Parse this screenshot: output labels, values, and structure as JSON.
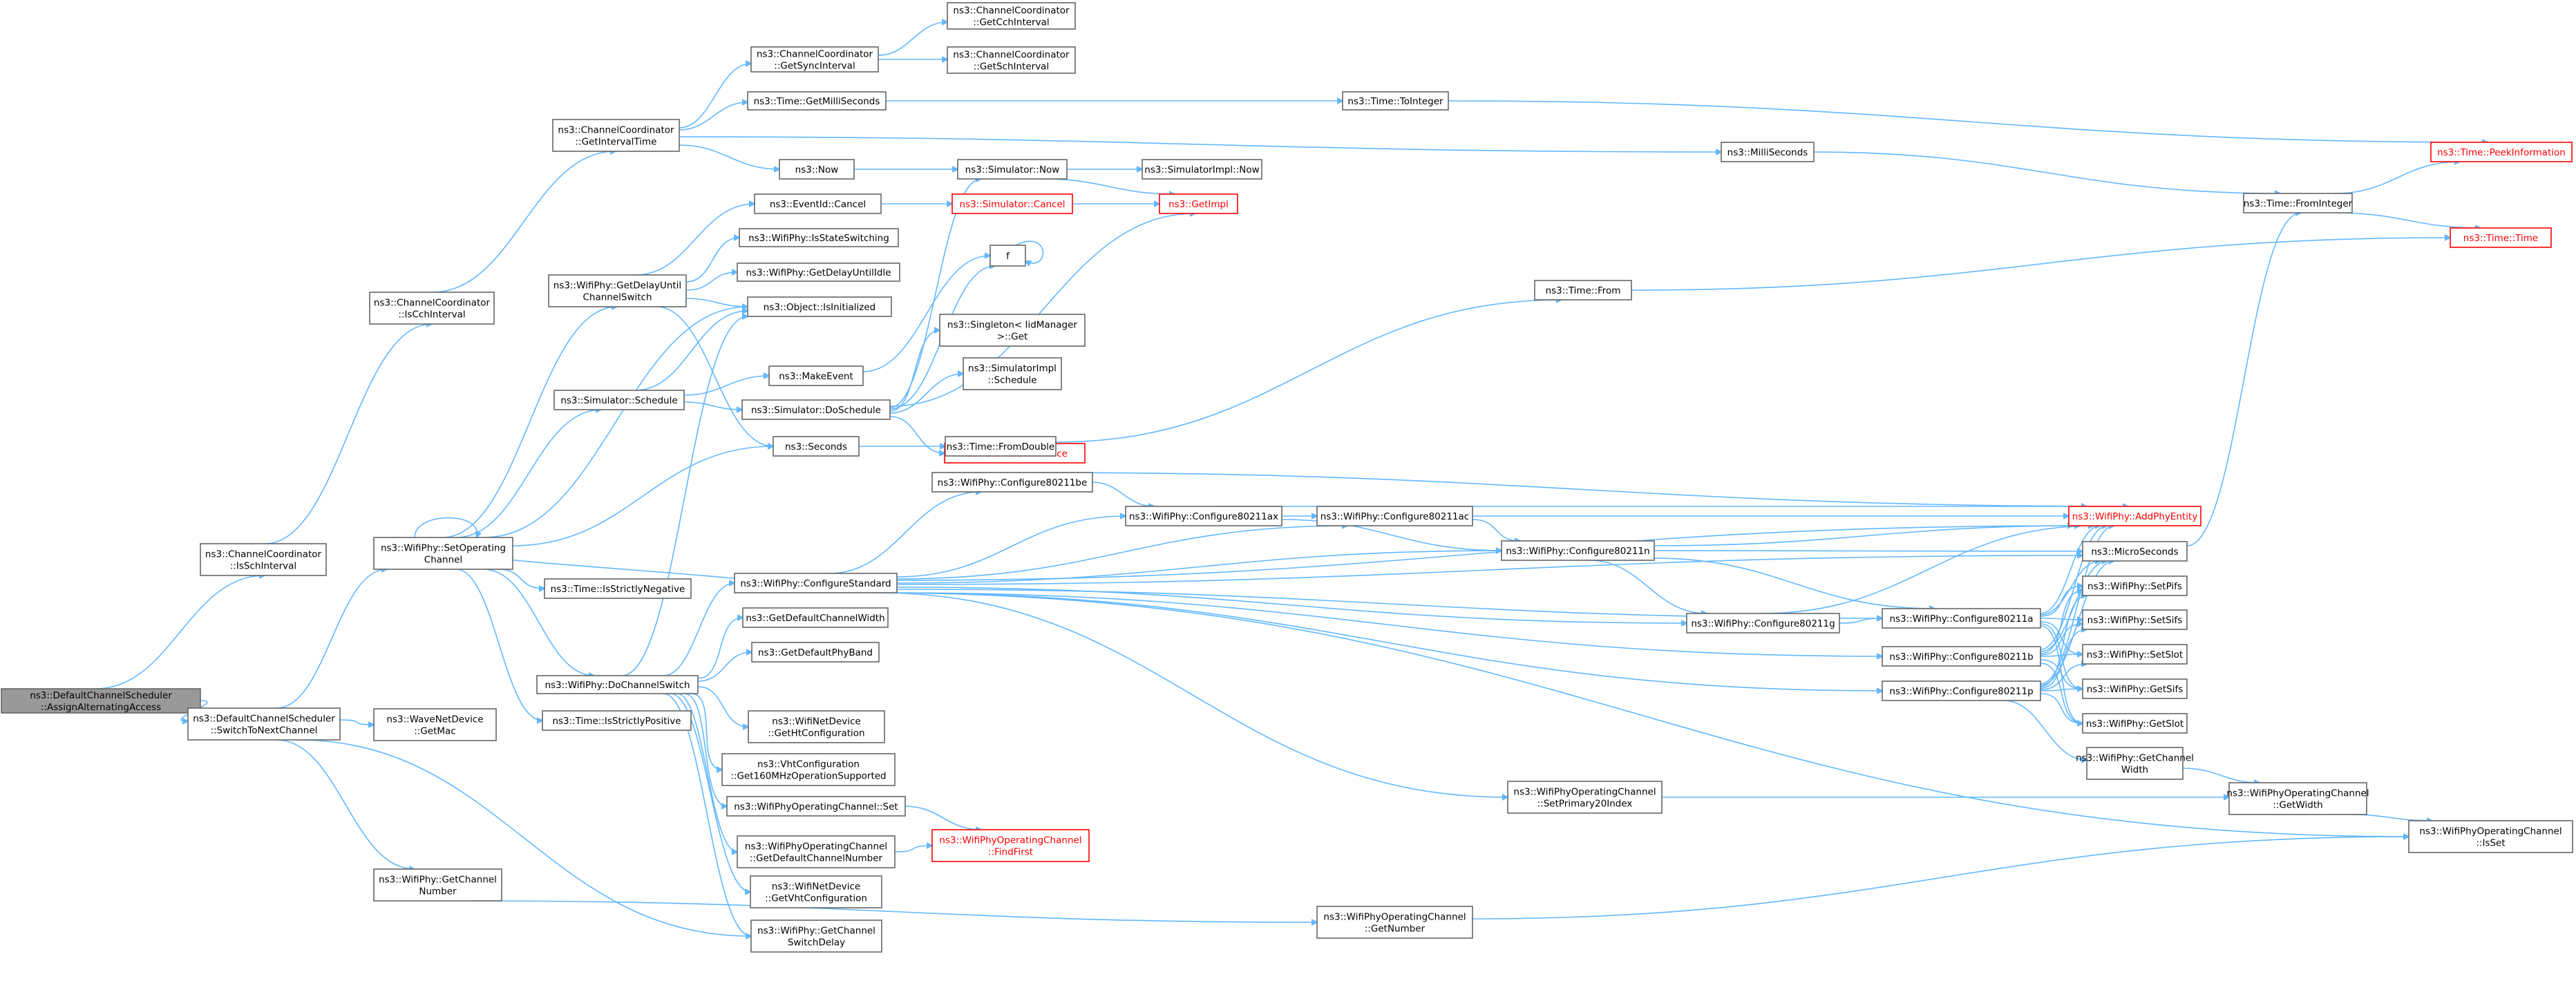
{
  "graph": {
    "edge_color": "#63b8ff",
    "highlight_color": "#ff0000",
    "root_fill": "#999999",
    "nodes": [
      {
        "id": "root",
        "lines": [
          "ns3::DefaultChannelScheduler",
          "::AssignAlternatingAccess"
        ],
        "style": "root"
      },
      {
        "id": "n1",
        "lines": [
          "ns3::ChannelCoordinator",
          "::IsSchInterval"
        ]
      },
      {
        "id": "n2",
        "lines": [
          "ns3::DefaultChannelScheduler",
          "::SwitchToNextChannel"
        ]
      },
      {
        "id": "n3",
        "lines": [
          "ns3::ChannelCoordinator",
          "::IsCchInterval"
        ]
      },
      {
        "id": "n4",
        "lines": [
          "ns3::ChannelCoordinator",
          "::GetIntervalTime"
        ]
      },
      {
        "id": "n5",
        "lines": [
          "ns3::ChannelCoordinator",
          "::GetSyncInterval"
        ]
      },
      {
        "id": "n6",
        "lines": [
          "ns3::ChannelCoordinator",
          "::GetCchInterval"
        ]
      },
      {
        "id": "n7",
        "lines": [
          "ns3::ChannelCoordinator",
          "::GetSchInterval"
        ]
      },
      {
        "id": "n8",
        "lines": [
          "ns3::Time::GetMilliSeconds"
        ]
      },
      {
        "id": "n9",
        "lines": [
          "ns3::Time::ToInteger"
        ]
      },
      {
        "id": "n10",
        "lines": [
          "ns3::Time::PeekInformation"
        ],
        "style": "red"
      },
      {
        "id": "n11",
        "lines": [
          "ns3::MilliSeconds"
        ]
      },
      {
        "id": "n12",
        "lines": [
          "ns3::Now"
        ]
      },
      {
        "id": "n13",
        "lines": [
          "ns3::Simulator::Now"
        ]
      },
      {
        "id": "n14",
        "lines": [
          "ns3::SimulatorImpl::Now"
        ]
      },
      {
        "id": "n15",
        "lines": [
          "ns3::GetImpl"
        ],
        "style": "red"
      },
      {
        "id": "n16",
        "lines": [
          "ns3::Time::FromInteger"
        ]
      },
      {
        "id": "n17",
        "lines": [
          "ns3::Time::Time"
        ],
        "style": "red"
      },
      {
        "id": "n18",
        "lines": [
          "ns3::EventId::Cancel"
        ]
      },
      {
        "id": "n19",
        "lines": [
          "ns3::Simulator::Cancel"
        ],
        "style": "red"
      },
      {
        "id": "n20",
        "lines": [
          "ns3::WifiPhy::IsStateSwitching"
        ]
      },
      {
        "id": "n21",
        "lines": [
          "ns3::WifiPhy::GetDelayUntil",
          "ChannelSwitch"
        ]
      },
      {
        "id": "n22",
        "lines": [
          "ns3::WifiPhy::GetDelayUntilIdle"
        ]
      },
      {
        "id": "n23",
        "lines": [
          "f"
        ]
      },
      {
        "id": "n24",
        "lines": [
          "ns3::Object::IsInitialized"
        ]
      },
      {
        "id": "n25",
        "lines": [
          "ns3::Time::From"
        ]
      },
      {
        "id": "n26",
        "lines": [
          "ns3::Singleton< IidManager",
          " >::Get"
        ]
      },
      {
        "id": "n27",
        "lines": [
          "ns3::MakeEvent"
        ]
      },
      {
        "id": "n28",
        "lines": [
          "ns3::SimulatorImpl",
          "::Schedule"
        ]
      },
      {
        "id": "n29",
        "lines": [
          "ns3::Simulator::Schedule"
        ]
      },
      {
        "id": "n30",
        "lines": [
          "ns3::Simulator::DoSchedule"
        ]
      },
      {
        "id": "n31",
        "lines": [
          "ns3::DesMetrics::Trace"
        ],
        "style": "red"
      },
      {
        "id": "n32",
        "lines": [
          "ns3::Seconds"
        ]
      },
      {
        "id": "n33",
        "lines": [
          "ns3::Time::FromDouble"
        ]
      },
      {
        "id": "n34",
        "lines": [
          "ns3::WifiPhy::Configure80211be"
        ]
      },
      {
        "id": "n35",
        "lines": [
          "ns3::WifiPhy::Configure80211ax"
        ]
      },
      {
        "id": "n36",
        "lines": [
          "ns3::WifiPhy::Configure80211ac"
        ]
      },
      {
        "id": "n37",
        "lines": [
          "ns3::WifiPhy::AddPhyEntity"
        ],
        "style": "red"
      },
      {
        "id": "n38",
        "lines": [
          "ns3::WifiPhy::SetOperating",
          "Channel"
        ]
      },
      {
        "id": "n39",
        "lines": [
          "ns3::WifiPhy::Configure80211n"
        ]
      },
      {
        "id": "n40",
        "lines": [
          "ns3::MicroSeconds"
        ]
      },
      {
        "id": "n41",
        "lines": [
          "ns3::Time::IsStrictlyNegative"
        ]
      },
      {
        "id": "n42",
        "lines": [
          "ns3::WifiPhy::ConfigureStandard"
        ]
      },
      {
        "id": "n43",
        "lines": [
          "ns3::WifiPhy::SetPifs"
        ]
      },
      {
        "id": "n44",
        "lines": [
          "ns3::GetDefaultChannelWidth"
        ]
      },
      {
        "id": "n45",
        "lines": [
          "ns3::WifiPhy::Configure80211g"
        ]
      },
      {
        "id": "n46",
        "lines": [
          "ns3::WifiPhy::Configure80211a"
        ]
      },
      {
        "id": "n47",
        "lines": [
          "ns3::WifiPhy::SetSifs"
        ]
      },
      {
        "id": "n48",
        "lines": [
          "ns3::GetDefaultPhyBand"
        ]
      },
      {
        "id": "n49",
        "lines": [
          "ns3::WifiPhy::Configure80211b"
        ]
      },
      {
        "id": "n50",
        "lines": [
          "ns3::WifiPhy::SetSlot"
        ]
      },
      {
        "id": "n51",
        "lines": [
          "ns3::WifiPhy::DoChannelSwitch"
        ]
      },
      {
        "id": "n52",
        "lines": [
          "ns3::WifiPhy::Configure80211p"
        ]
      },
      {
        "id": "n53",
        "lines": [
          "ns3::WifiPhy::GetSifs"
        ]
      },
      {
        "id": "n54",
        "lines": [
          "ns3::WaveNetDevice",
          "::GetMac"
        ]
      },
      {
        "id": "n55",
        "lines": [
          "ns3::Time::IsStrictlyPositive"
        ]
      },
      {
        "id": "n56",
        "lines": [
          "ns3::WifiNetDevice",
          "::GetHtConfiguration"
        ]
      },
      {
        "id": "n57",
        "lines": [
          "ns3::WifiPhy::GetSlot"
        ]
      },
      {
        "id": "n58",
        "lines": [
          "ns3::WifiPhy::GetChannel",
          "Width"
        ]
      },
      {
        "id": "n59",
        "lines": [
          "ns3::VhtConfiguration",
          "::Get160MHzOperationSupported"
        ]
      },
      {
        "id": "n60",
        "lines": [
          "ns3::WifiPhyOperatingChannel",
          "::SetPrimary20Index"
        ]
      },
      {
        "id": "n61",
        "lines": [
          "ns3::WifiPhyOperatingChannel",
          "::GetWidth"
        ]
      },
      {
        "id": "n62",
        "lines": [
          "ns3::WifiPhyOperatingChannel::Set"
        ]
      },
      {
        "id": "n63",
        "lines": [
          "ns3::WifiPhyOperatingChannel",
          "::GetDefaultChannelNumber"
        ]
      },
      {
        "id": "n64",
        "lines": [
          "ns3::WifiPhyOperatingChannel",
          "::FindFirst"
        ],
        "style": "red"
      },
      {
        "id": "n65",
        "lines": [
          "ns3::WifiPhyOperatingChannel",
          "::IsSet"
        ]
      },
      {
        "id": "n66",
        "lines": [
          "ns3::WifiPhy::GetChannel",
          "Number"
        ]
      },
      {
        "id": "n67",
        "lines": [
          "ns3::WifiNetDevice",
          "::GetVhtConfiguration"
        ]
      },
      {
        "id": "n68",
        "lines": [
          "ns3::WifiPhy::GetChannel",
          "SwitchDelay"
        ]
      },
      {
        "id": "n69",
        "lines": [
          "ns3::WifiPhyOperatingChannel",
          "::GetNumber"
        ]
      }
    ]
  }
}
